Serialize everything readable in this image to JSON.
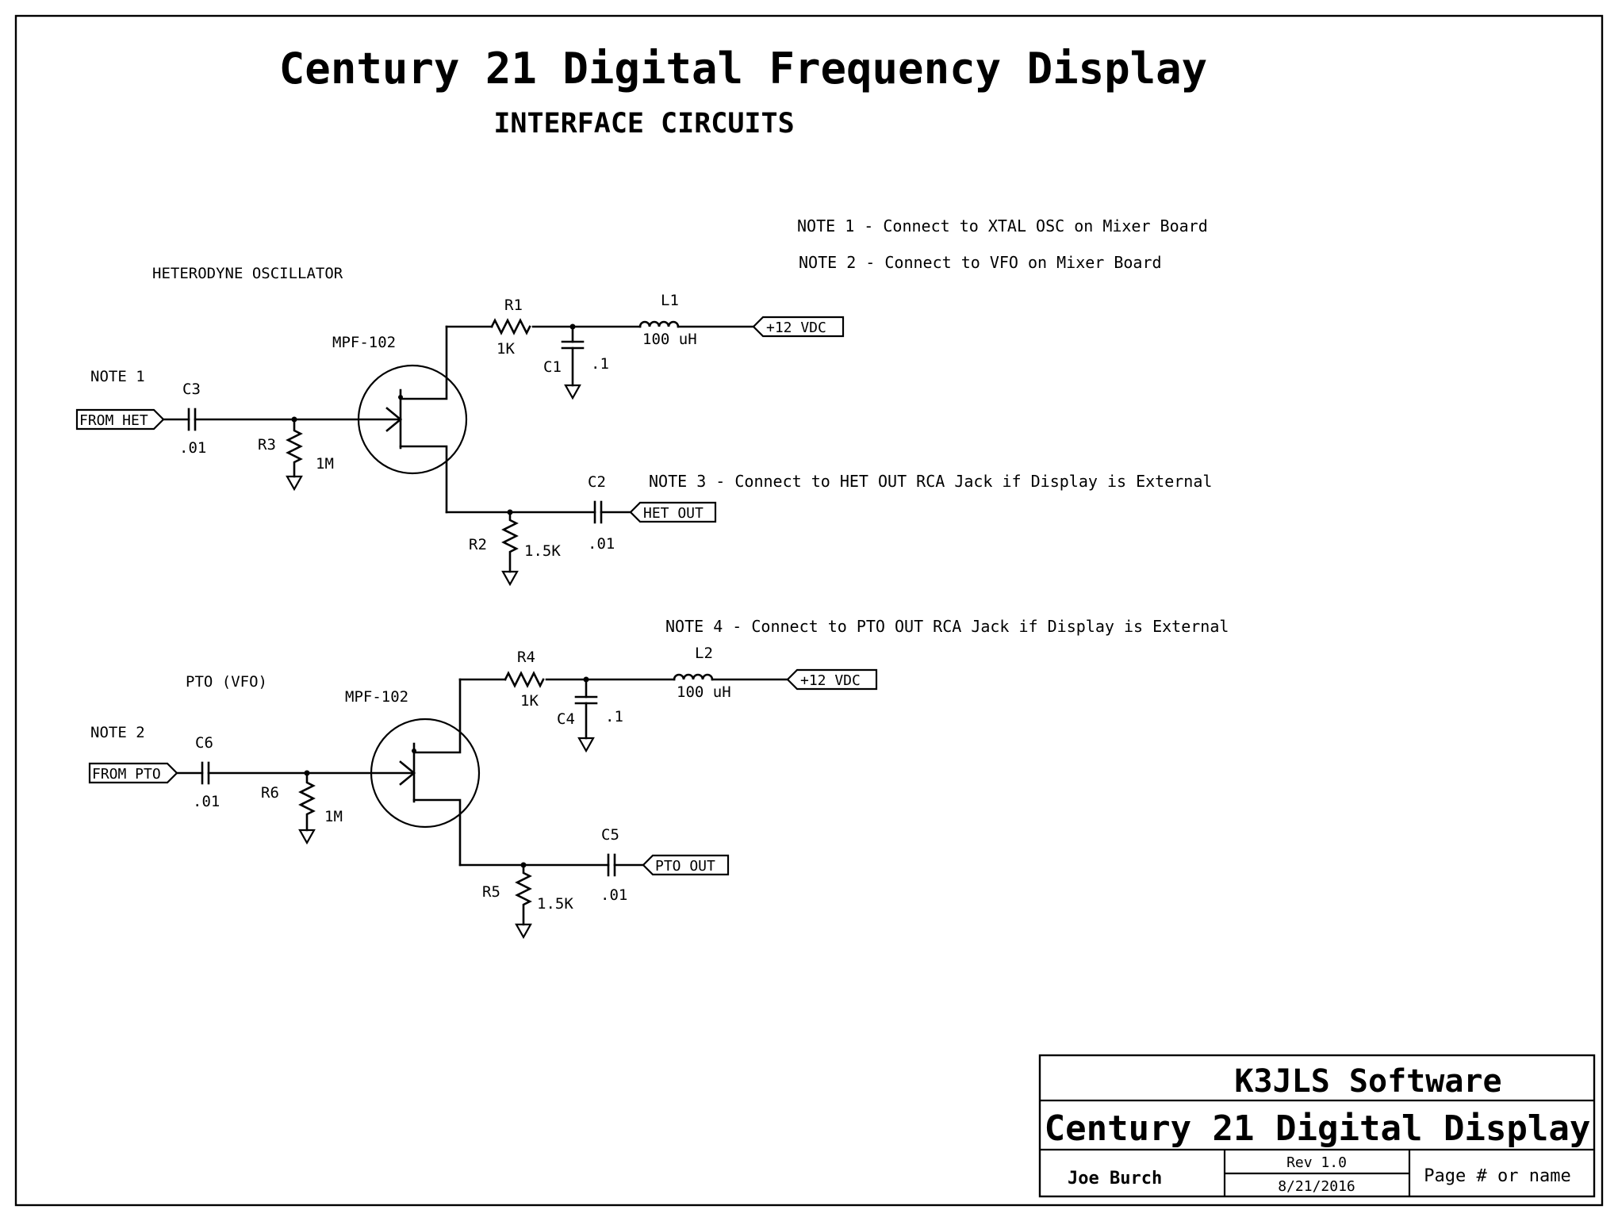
{
  "title": "Century 21 Digital Frequency Display",
  "subtitle": "INTERFACE CIRCUITS",
  "notes": [
    "NOTE 1 - Connect to XTAL OSC on Mixer Board",
    "NOTE 2 - Connect to VFO on Mixer Board",
    "NOTE 3 - Connect to HET OUT RCA Jack if Display is External",
    "NOTE 4 - Connect to PTO OUT RCA Jack if Display is External"
  ],
  "circuit_het": {
    "label": "HETERODYNE OSCILLATOR",
    "note": "NOTE 1",
    "input": "FROM HET",
    "output": "HET OUT",
    "supply": "+12 VDC",
    "fet": "MPF-102",
    "c_in": "C3",
    "c_in_val": ".01",
    "r_gate": "R3",
    "r_gate_val": "1M",
    "r_drain": "R1",
    "r_drain_val": "1K",
    "c_bypass": "C1",
    "c_bypass_val": ".1",
    "inductor": "L1",
    "inductor_val": "100 uH",
    "c_out": "C2",
    "c_out_val": ".01",
    "r_source": "R2",
    "r_source_val": "1.5K"
  },
  "circuit_pto": {
    "label": "PTO (VFO)",
    "note": "NOTE 2",
    "input": "FROM PTO",
    "output": "PTO OUT",
    "supply": "+12 VDC",
    "fet": "MPF-102",
    "c_in": "C6",
    "c_in_val": ".01",
    "r_gate": "R6",
    "r_gate_val": "1M",
    "r_drain": "R4",
    "r_drain_val": "1K",
    "c_bypass": "C4",
    "c_bypass_val": ".1",
    "inductor": "L2",
    "inductor_val": "100 uH",
    "c_out": "C5",
    "c_out_val": ".01",
    "r_source": "R5",
    "r_source_val": "1.5K"
  },
  "title_block": {
    "company": "K3JLS Software",
    "project": "Century 21 Digital Display",
    "author": "Joe Burch",
    "rev": "Rev 1.0",
    "date": "8/21/2016",
    "page": "Page # or name"
  }
}
